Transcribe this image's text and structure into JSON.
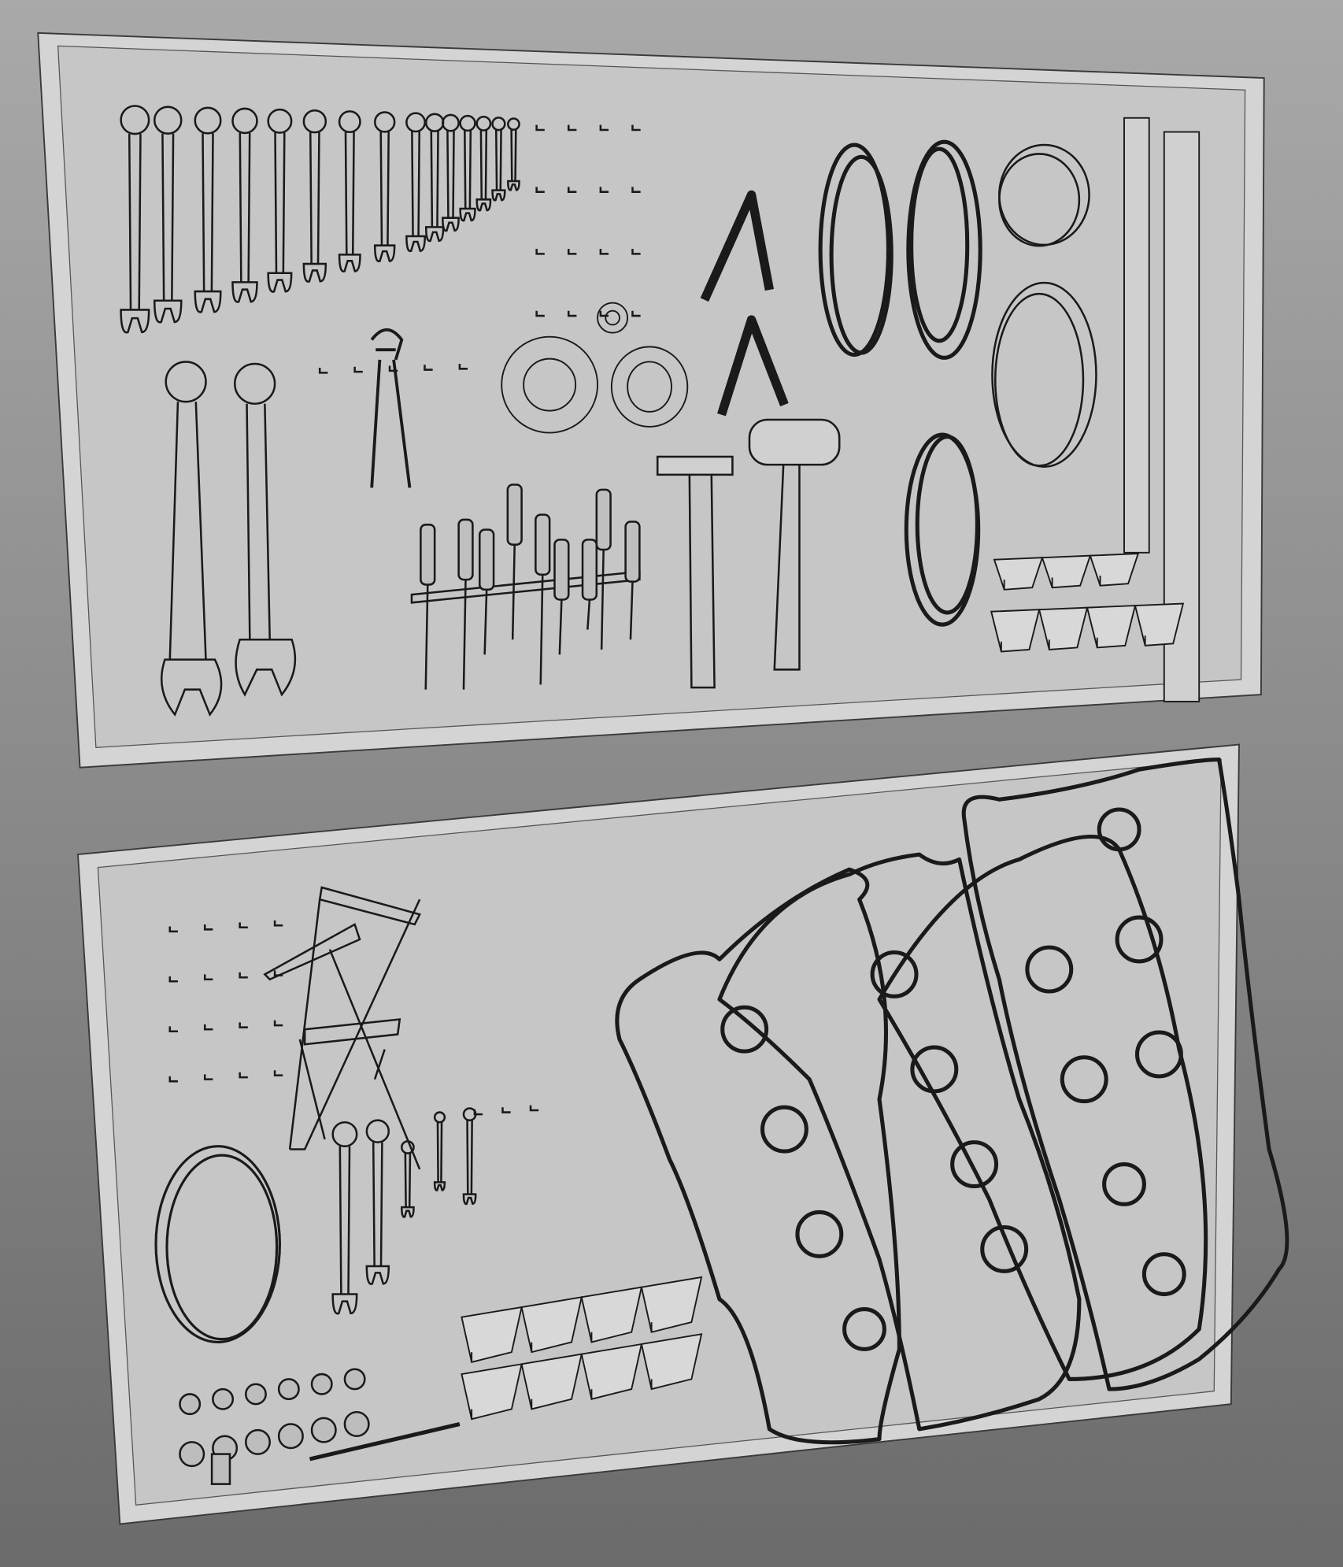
{
  "scene": {
    "description_visible_text": "",
    "colors": {
      "background_top": "#a9a9a9",
      "background_bottom": "#6b6b6b",
      "board_face": "#c6c6c6",
      "board_frame": "#d6d6d6",
      "wireframe": "#1a1a1a"
    },
    "objects": {
      "top_board": [
        "combination-wrenches",
        "large-wrenches",
        "pliers",
        "pegs",
        "tape-rolls",
        "clamps",
        "hammer",
        "mallet",
        "screwdrivers",
        "belts",
        "bins",
        "level"
      ],
      "bottom_board": [
        "bar-clamps",
        "pegs",
        "wrenches",
        "cable-coil",
        "sockets",
        "bins",
        "gaskets"
      ]
    }
  }
}
